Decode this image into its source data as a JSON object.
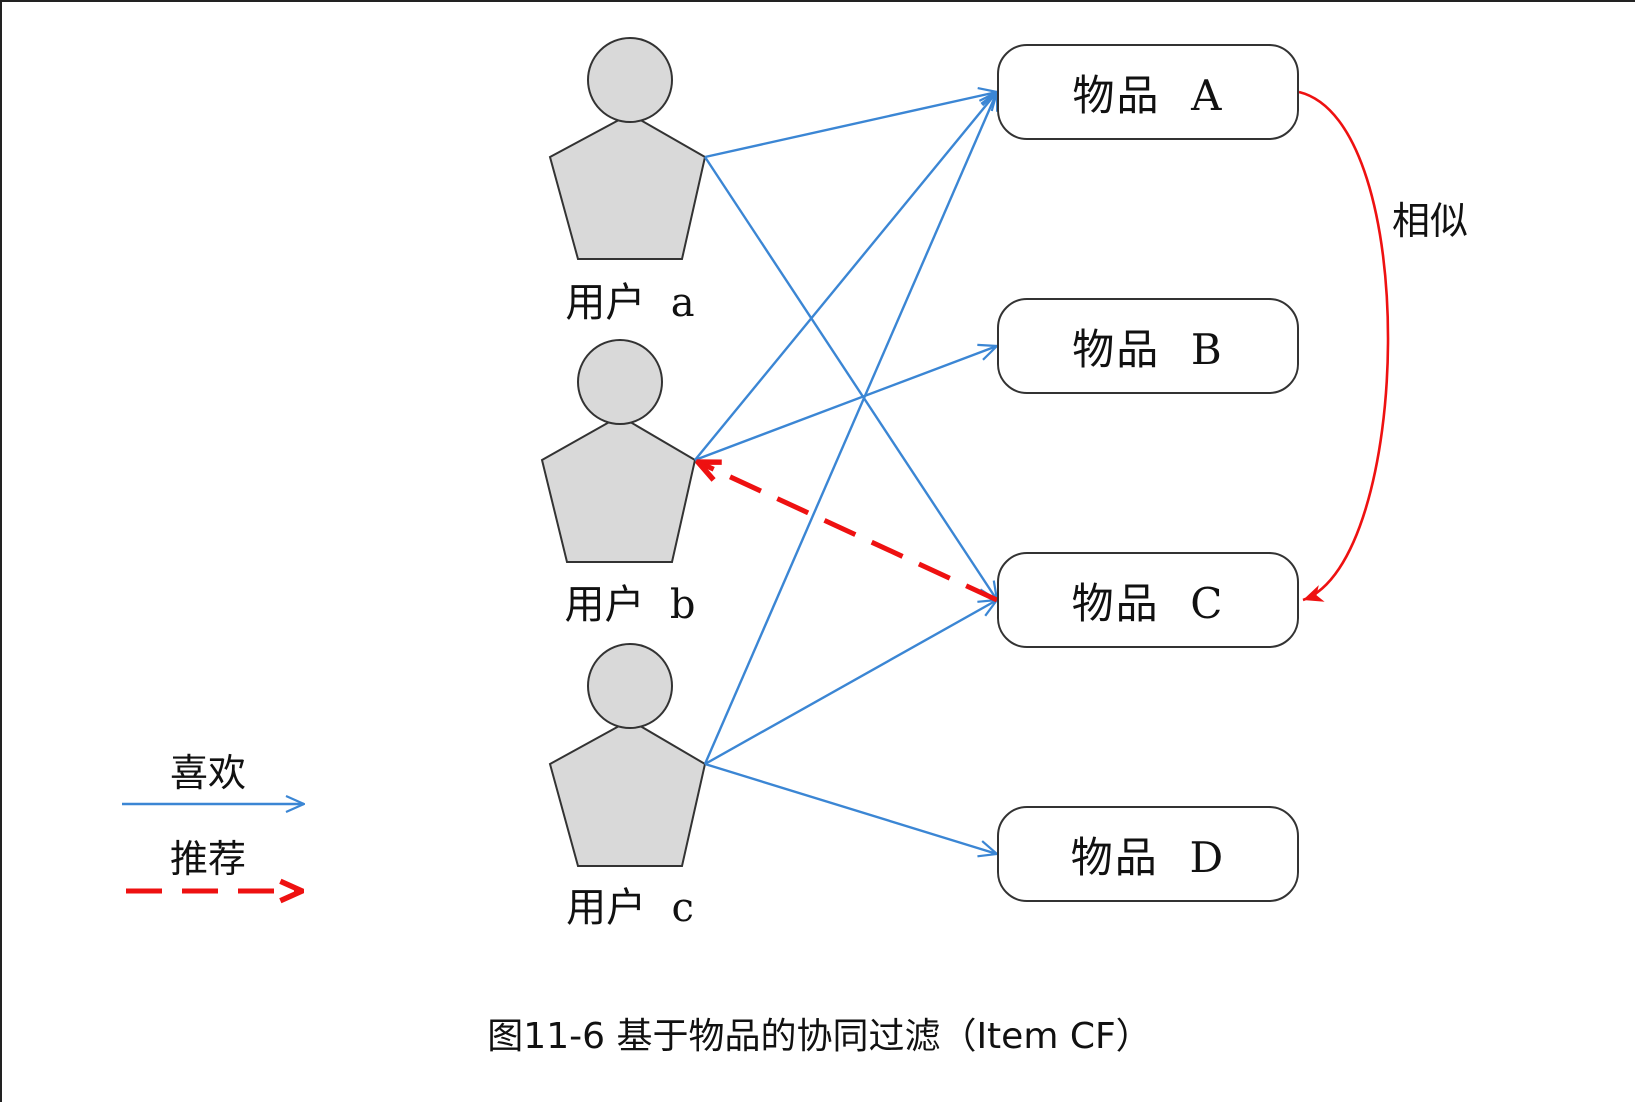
{
  "users": [
    {
      "id": "a",
      "label": "用户  a"
    },
    {
      "id": "b",
      "label": "用户  b"
    },
    {
      "id": "c",
      "label": "用户  c"
    }
  ],
  "items": [
    {
      "id": "A",
      "label": "物品  A"
    },
    {
      "id": "B",
      "label": "物品  B"
    },
    {
      "id": "C",
      "label": "物品  C"
    },
    {
      "id": "D",
      "label": "物品  D"
    }
  ],
  "likes": [
    [
      "a",
      "A"
    ],
    [
      "a",
      "C"
    ],
    [
      "b",
      "A"
    ],
    [
      "b",
      "B"
    ],
    [
      "c",
      "A"
    ],
    [
      "c",
      "C"
    ],
    [
      "c",
      "D"
    ]
  ],
  "recommendation": {
    "from": "C",
    "to": "b"
  },
  "similarity": {
    "from": "A",
    "to": "C",
    "label": "相似"
  },
  "legend": {
    "like_label": "喜欢",
    "recommend_label": "推荐"
  },
  "caption": "图11-6 基于物品的协同过滤（Item CF）",
  "colors": {
    "like": "#3b86d4",
    "recommend": "#ee1111",
    "person_fill": "#d9d9d9",
    "outline": "#333333"
  }
}
